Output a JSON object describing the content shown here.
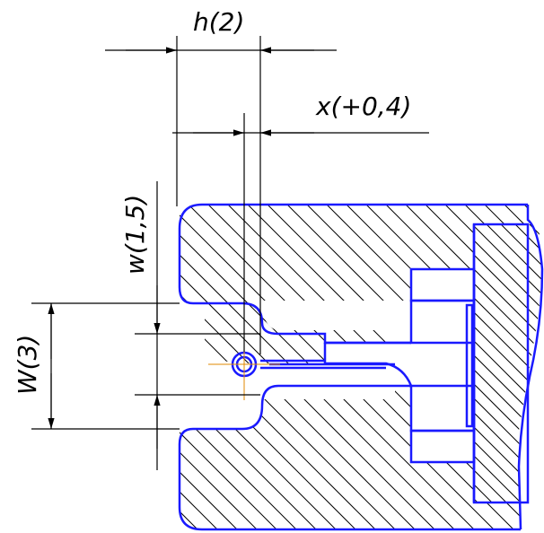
{
  "dimensions": {
    "h": "h(2)",
    "x": "x(+0,4)",
    "w_small": "w(1,5)",
    "w_large": "W(3)"
  },
  "colors": {
    "outline": "#1a1aff",
    "dimension": "#000000",
    "hatch": "#000000",
    "center": "#e08a00"
  }
}
